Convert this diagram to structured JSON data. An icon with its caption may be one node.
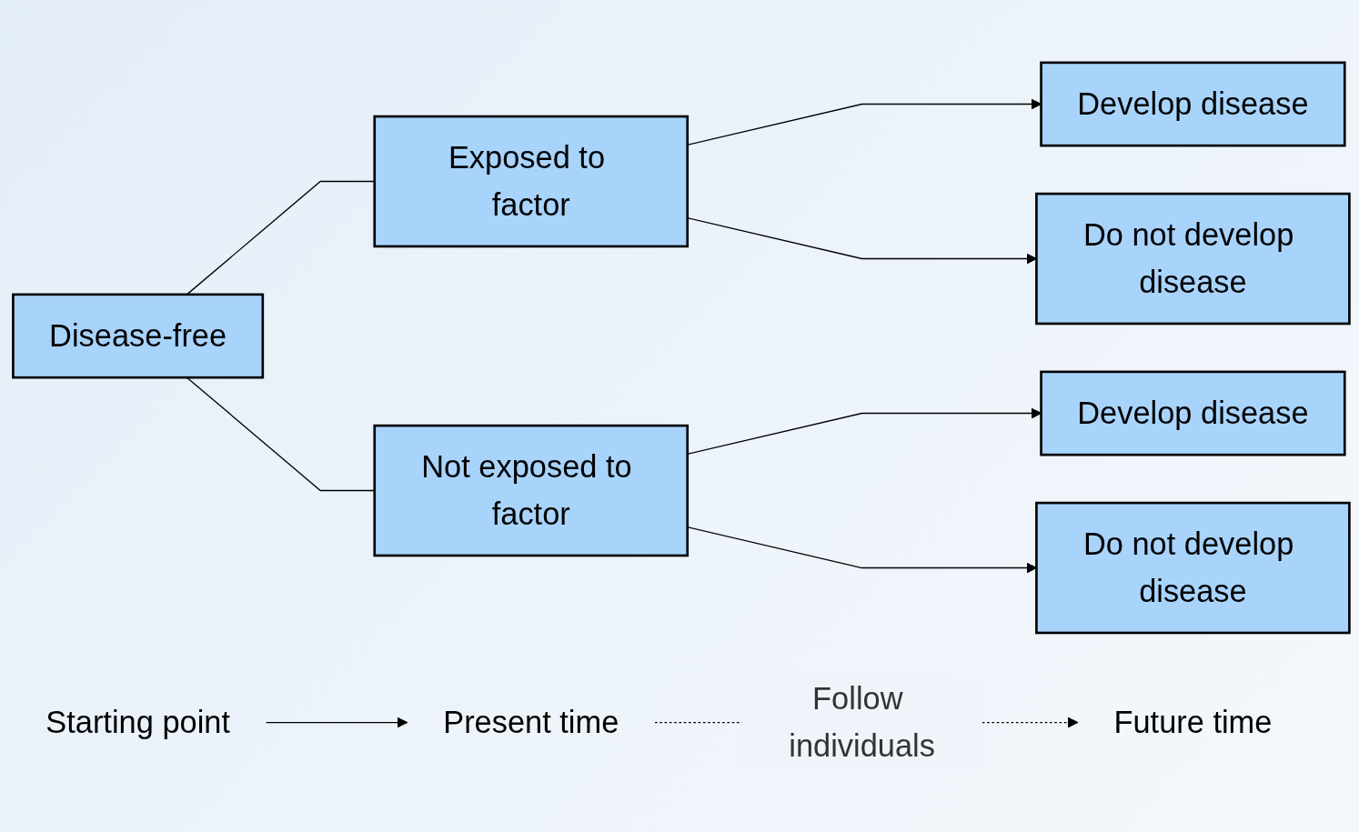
{
  "diagram": {
    "nodes": [
      {
        "text": [
          "Disease-free"
        ]
      },
      {
        "text": [
          "Exposed to factor"
        ]
      },
      {
        "text": [
          "Not exposed to factor"
        ]
      },
      {
        "text": [
          "Develop disease"
        ]
      },
      {
        "text": [
          "Do not develop disease"
        ]
      },
      {
        "text": [
          "Develop disease"
        ]
      },
      {
        "text": [
          "Do not develop disease"
        ]
      },
      {
        "text": [
          "Starting point"
        ]
      },
      {
        "text": [
          "Present time"
        ]
      },
      {
        "text": [
          "Future time"
        ]
      }
    ],
    "edges": [
      {
        "from": 0,
        "to": 1,
        "arrow": "none"
      },
      {
        "from": 0,
        "to": 2,
        "arrow": "none"
      },
      {
        "from": 1,
        "to": 3,
        "arrow": "to"
      },
      {
        "from": 1,
        "to": 4,
        "arrow": "to"
      },
      {
        "from": 2,
        "to": 5,
        "arrow": "to"
      },
      {
        "from": 2,
        "to": 6,
        "arrow": "to"
      },
      {
        "from": 7,
        "to": 8,
        "arrow": "to"
      },
      {
        "from": 8,
        "to": 9,
        "arrow": "to",
        "style": "dashed",
        "label": "Follow individuals"
      }
    ]
  }
}
